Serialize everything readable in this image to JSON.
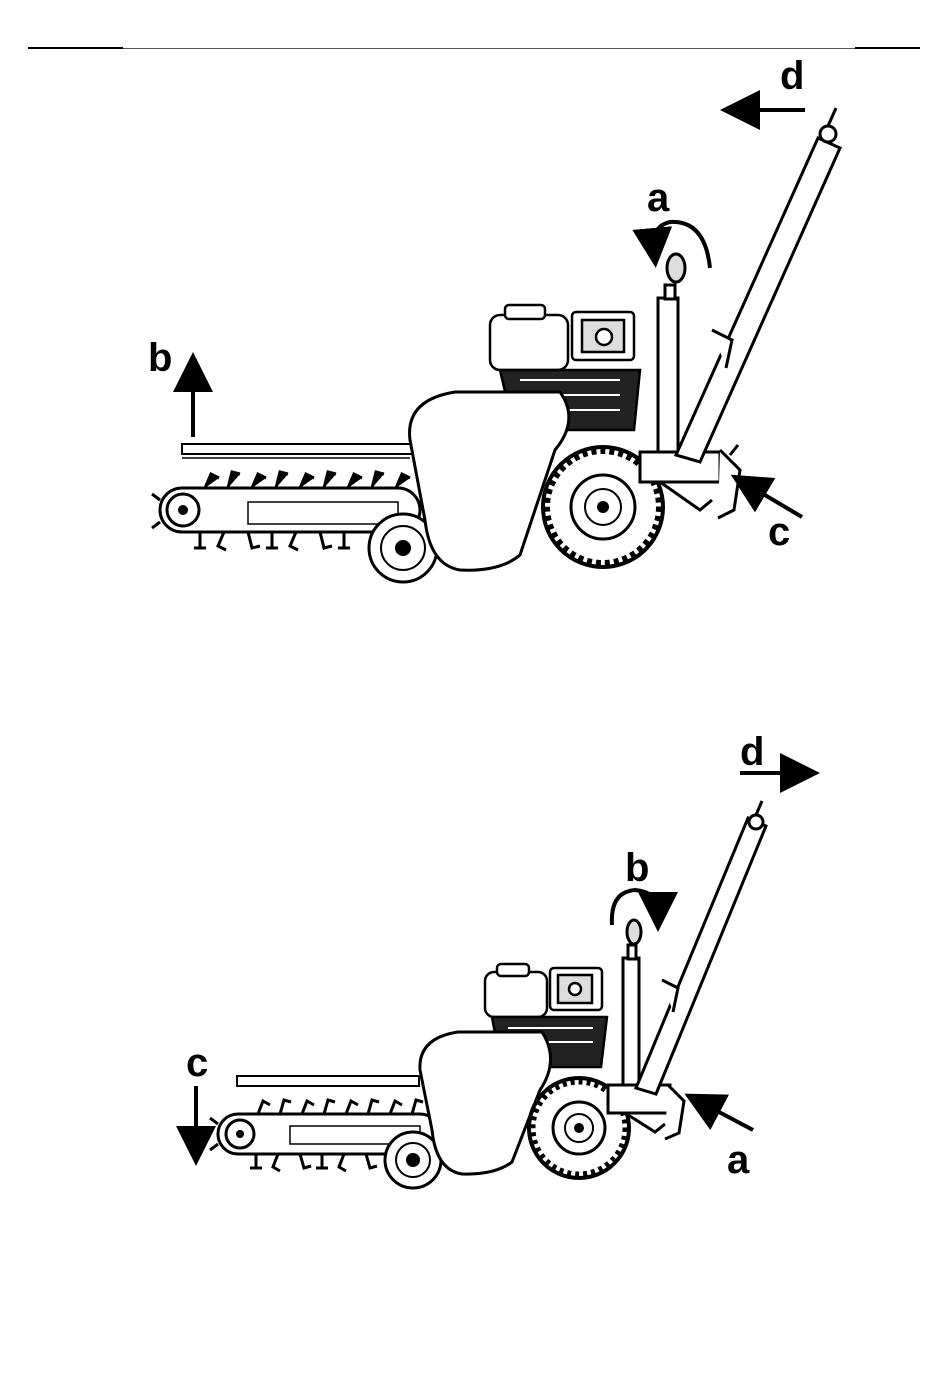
{
  "figure_top": {
    "labels": {
      "a": "a",
      "b": "b",
      "c": "c",
      "d": "d"
    }
  },
  "figure_bottom": {
    "labels": {
      "a": "a",
      "b": "b",
      "c": "c",
      "d": "d"
    }
  },
  "colors": {
    "ink": "#000000",
    "paper": "#ffffff",
    "shade": "#e8e8e8"
  }
}
